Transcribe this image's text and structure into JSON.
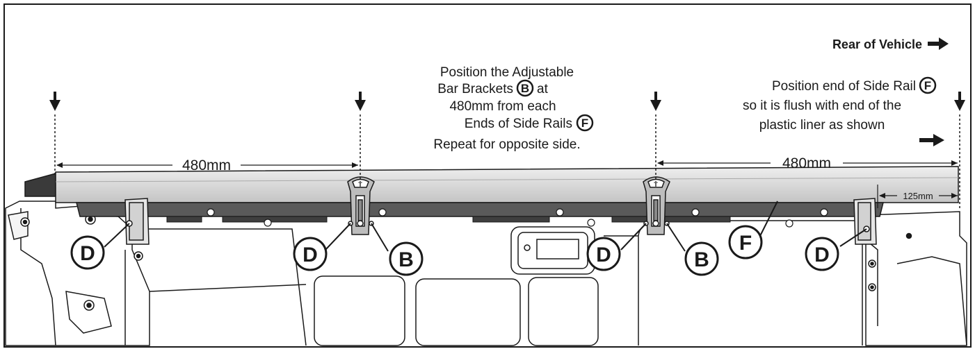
{
  "header": {
    "rear_label": "Rear of Vehicle",
    "arrow_icon": "right-arrow-icon"
  },
  "instructions": {
    "center": {
      "line1": "Position the Adjustable",
      "line2_prefix": "Bar Brackets",
      "line2_ref": "B",
      "line2_suffix": "at",
      "line3": "480mm from each",
      "line4_prefix": "Ends of Side Rails",
      "line4_ref": "F",
      "line5": "Repeat for opposite side."
    },
    "right": {
      "line1_prefix": "Position end of Side Rail",
      "line1_ref": "F",
      "line2": "so it is flush with end of the",
      "line3": "plastic liner as shown"
    }
  },
  "dimensions": {
    "left": "480mm",
    "right": "480mm",
    "offset": "125mm"
  },
  "callouts": {
    "d1": "D",
    "d2": "D",
    "b1": "B",
    "d3": "D",
    "b2": "B",
    "f": "F",
    "d4": "D"
  },
  "colors": {
    "rail": "#dcdcdc",
    "rail_dark": "#5a5a5a",
    "line": "#1a1a1a",
    "background": "#ffffff"
  }
}
